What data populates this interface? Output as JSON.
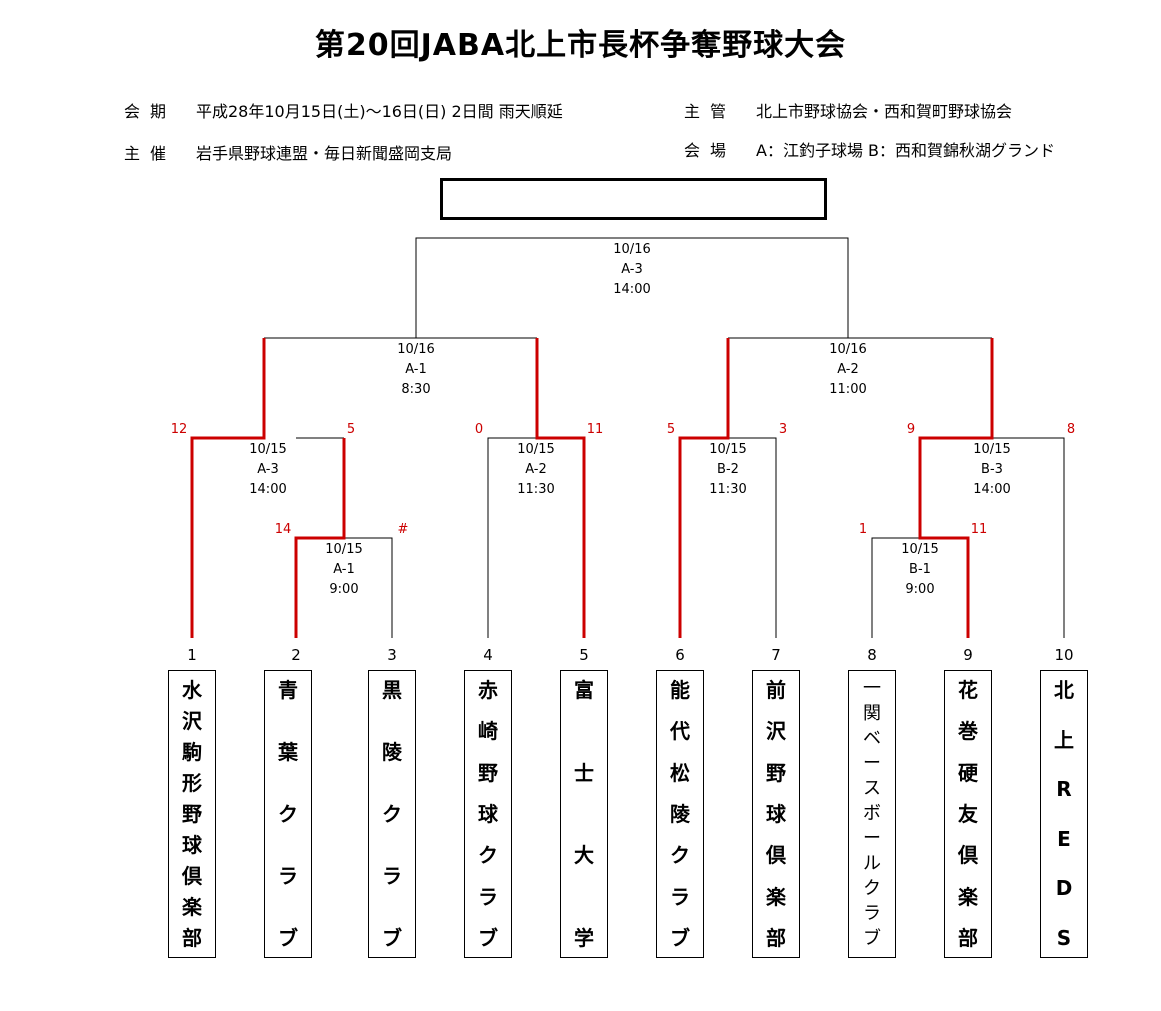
{
  "title": "第20回JABA北上市長杯争奪野球大会",
  "info": {
    "period_label": "会期",
    "period": "平成28年10月15日(土)〜16日(日)  2日間  雨天順延",
    "organizer_label": "主催",
    "organizer": "岩手県野球連盟・毎日新聞盛岡支局",
    "manager_label": "主管",
    "manager": "北上市野球協会・西和賀町野球協会",
    "venue_label": "会場",
    "venue": "A：江釣子球場    B：西和賀錦秋湖グランド"
  },
  "bracket": {
    "final": {
      "date": "10/16",
      "field": "A-3",
      "time": "14:00"
    },
    "semi_left": {
      "date": "10/16",
      "field": "A-1",
      "time": "8:30"
    },
    "semi_right": {
      "date": "10/16",
      "field": "A-2",
      "time": "11:00"
    },
    "qf1": {
      "date": "10/15",
      "field": "A-3",
      "time": "14:00",
      "score_left": "12",
      "score_right": "5"
    },
    "qf2": {
      "date": "10/15",
      "field": "A-2",
      "time": "11:30",
      "score_left": "0",
      "score_right": "11"
    },
    "qf3": {
      "date": "10/15",
      "field": "B-2",
      "time": "11:30",
      "score_left": "5",
      "score_right": "3"
    },
    "qf4": {
      "date": "10/15",
      "field": "B-3",
      "time": "14:00",
      "score_left": "9",
      "score_right": "8"
    },
    "r1a": {
      "date": "10/15",
      "field": "A-1",
      "time": "9:00",
      "score_left": "14",
      "score_right": "#"
    },
    "r1b": {
      "date": "10/15",
      "field": "B-1",
      "time": "9:00",
      "score_left": "1",
      "score_right": "11"
    }
  },
  "teams": [
    {
      "num": "1",
      "name": "水沢駒形野球倶楽部"
    },
    {
      "num": "2",
      "name": "青葉クラブ"
    },
    {
      "num": "3",
      "name": "黒陵クラブ"
    },
    {
      "num": "4",
      "name": "赤崎野球クラブ"
    },
    {
      "num": "5",
      "name": "富士大学"
    },
    {
      "num": "6",
      "name": "能代松陵クラブ"
    },
    {
      "num": "7",
      "name": "前沢野球倶楽部"
    },
    {
      "num": "8",
      "name": "一関ベースボールクラブ"
    },
    {
      "num": "9",
      "name": "花巻硬友倶楽部"
    },
    {
      "num": "10",
      "name": "北上REDS"
    }
  ],
  "colors": {
    "winner_line": "#cc0000",
    "line": "#000000"
  }
}
